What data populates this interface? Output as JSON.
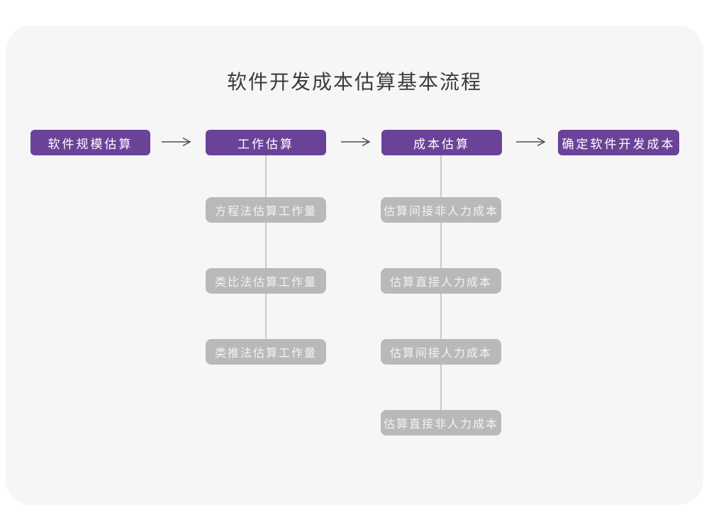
{
  "title": "软件开发成本估算基本流程",
  "colors": {
    "page_background": "#ffffff",
    "card_background": "#f6f6f6",
    "primary_node": "#6a4399",
    "primary_node_text": "#ffffff",
    "secondary_node": "#b9b9b9",
    "secondary_node_text": "#f2f2f2",
    "arrow": "#4d4d4d",
    "connector_line": "#c9c9c9",
    "title_text": "#3c3c3c"
  },
  "flow": {
    "main_steps": [
      {
        "label": "软件规模估算"
      },
      {
        "label": "工作估算"
      },
      {
        "label": "成本估算"
      },
      {
        "label": "确定软件开发成本"
      }
    ],
    "work_estimation_methods": [
      "方程法估算工作量",
      "类比法估算工作量",
      "类推法估算工作量"
    ],
    "cost_estimation_steps": [
      "估算间接非人力成本",
      "估算直接人力成本",
      "估算间接人力成本",
      "估算直接非人力成本"
    ]
  }
}
